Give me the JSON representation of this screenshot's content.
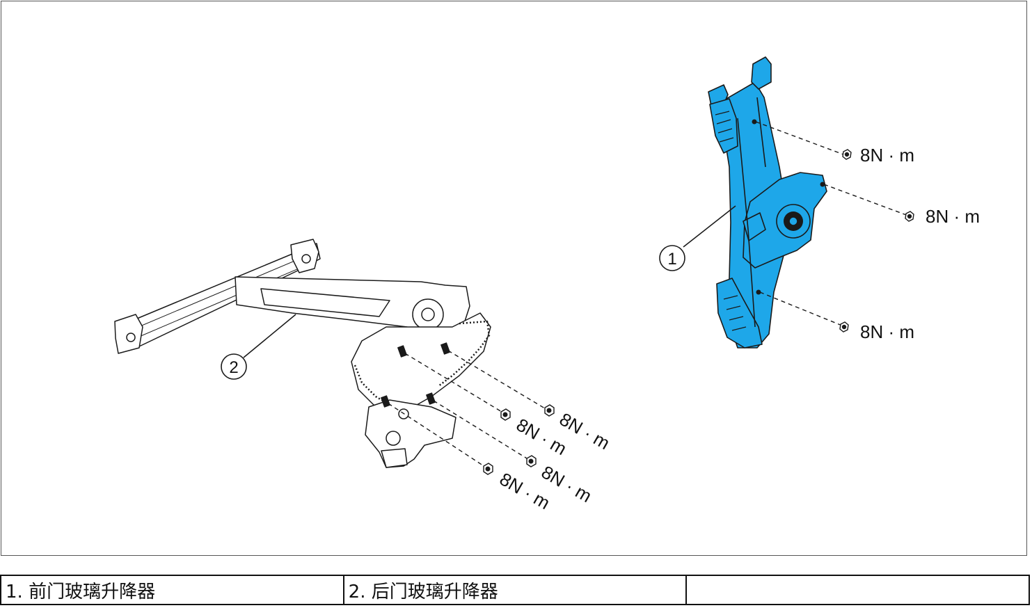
{
  "figure": {
    "callouts": [
      {
        "number": "1",
        "target": "front-window-regulator"
      },
      {
        "number": "2",
        "target": "rear-window-regulator"
      }
    ],
    "torque_labels": [
      {
        "text": "8N · m"
      },
      {
        "text": "8N · m"
      },
      {
        "text": "8N · m"
      },
      {
        "text": "8N · m"
      },
      {
        "text": "8N · m"
      },
      {
        "text": "8N · m"
      },
      {
        "text": "8N · m"
      }
    ],
    "colors": {
      "highlight": "#1ea7e9",
      "line": "#1a1a1a"
    }
  },
  "legend": {
    "items": [
      "1. 前门玻璃升降器",
      "2. 后门玻璃升降器",
      ""
    ]
  }
}
